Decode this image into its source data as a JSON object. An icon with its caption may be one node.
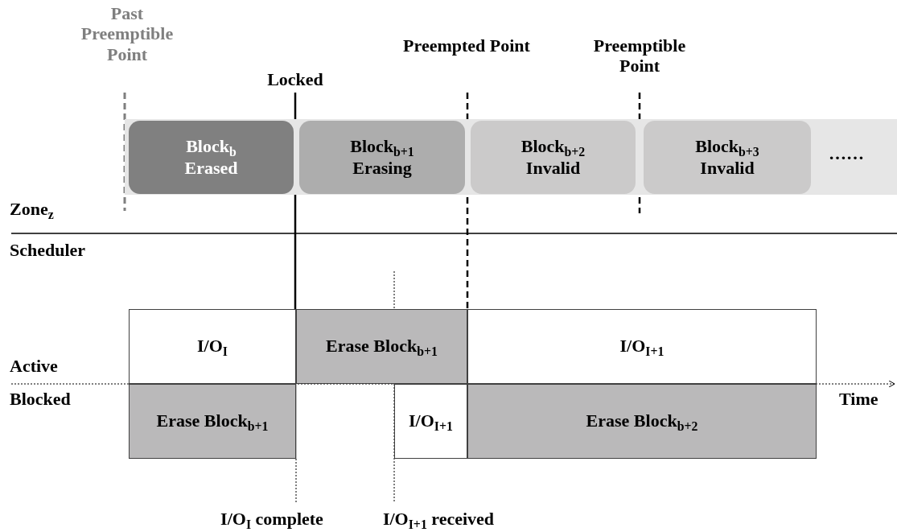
{
  "diagram": {
    "nodes": [
      {
        "text": [
          "……"
        ]
      },
      {
        "text": [
          "Block$_{b}$ Erased"
        ],
        "in": 0
      },
      {
        "text": [
          "Block$_{b+1}$ Erasing"
        ],
        "in": 0
      },
      {
        "text": [
          "Block$_{b+2}$ Invalid"
        ],
        "in": 0
      },
      {
        "text": [
          "Block$_{b+3}$ Invalid"
        ],
        "in": 0
      },
      {
        "text": [
          "I/O$_{I}$"
        ]
      },
      {
        "text": [
          "Erase Block$_{b+1}$"
        ]
      },
      {
        "text": [
          "I/O$_{I+1}$"
        ]
      },
      {
        "text": [
          "Erase Block$_{b+1}$"
        ]
      },
      {
        "text": [
          "I/O$_{I+1}$"
        ]
      },
      {
        "text": [
          "Erase Block$_{b+2}$"
        ]
      }
    ],
    "labels": [
      "Past Preemptible Point",
      "Locked",
      "Preempted Point",
      "Preemptible Point",
      "Zone$_{z}$",
      "Scheduler",
      "Active",
      "Blocked",
      "Time",
      "I/O$_{I}$ complete",
      "I/O$_{I+1}$ received"
    ]
  }
}
